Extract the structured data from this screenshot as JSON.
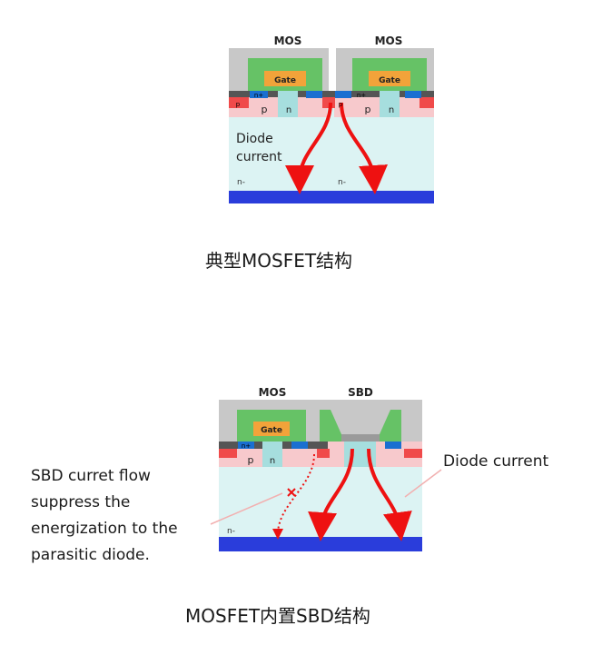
{
  "figure1": {
    "labels": {
      "mos_left": "MOS",
      "mos_right": "MOS",
      "gate_left": "Gate",
      "gate_right": "Gate",
      "p_left": "p",
      "n_left": "n",
      "p_right": "p",
      "n_right": "n",
      "nplus_left": "n+",
      "nplus_right": "n+",
      "pplus_left": "p",
      "pplus_right": "p",
      "nminus_left": "n-",
      "nminus_right": "n-",
      "diode_line1": "Diode",
      "diode_line2": "current"
    },
    "caption": "典型MOSFET结构"
  },
  "figure2": {
    "labels": {
      "mos": "MOS",
      "sbd": "SBD",
      "gate": "Gate",
      "p": "p",
      "n": "n",
      "nplus": "n+",
      "nminus": "n-",
      "diode_current": "Diode current",
      "sbd_note": [
        "SBD curret flow",
        "suppress the",
        "energization to the",
        "parasitic diode."
      ]
    },
    "caption": "MOSFET内置SBD结构"
  },
  "colors": {
    "oxide_gray": "#c8c8c8",
    "gate_green": "#66c266",
    "gate_orange": "#f2a33a",
    "drift_cyan": "#dcf3f3",
    "p_pink": "#f7c9cc",
    "pplus_red": "#f04a4a",
    "nplus_blue": "#1a6fd1",
    "n_teal": "#a6dede",
    "metal_dark": "#555555",
    "substrate_blue": "#2a3ddb",
    "arrow_red": "#ee1111"
  }
}
